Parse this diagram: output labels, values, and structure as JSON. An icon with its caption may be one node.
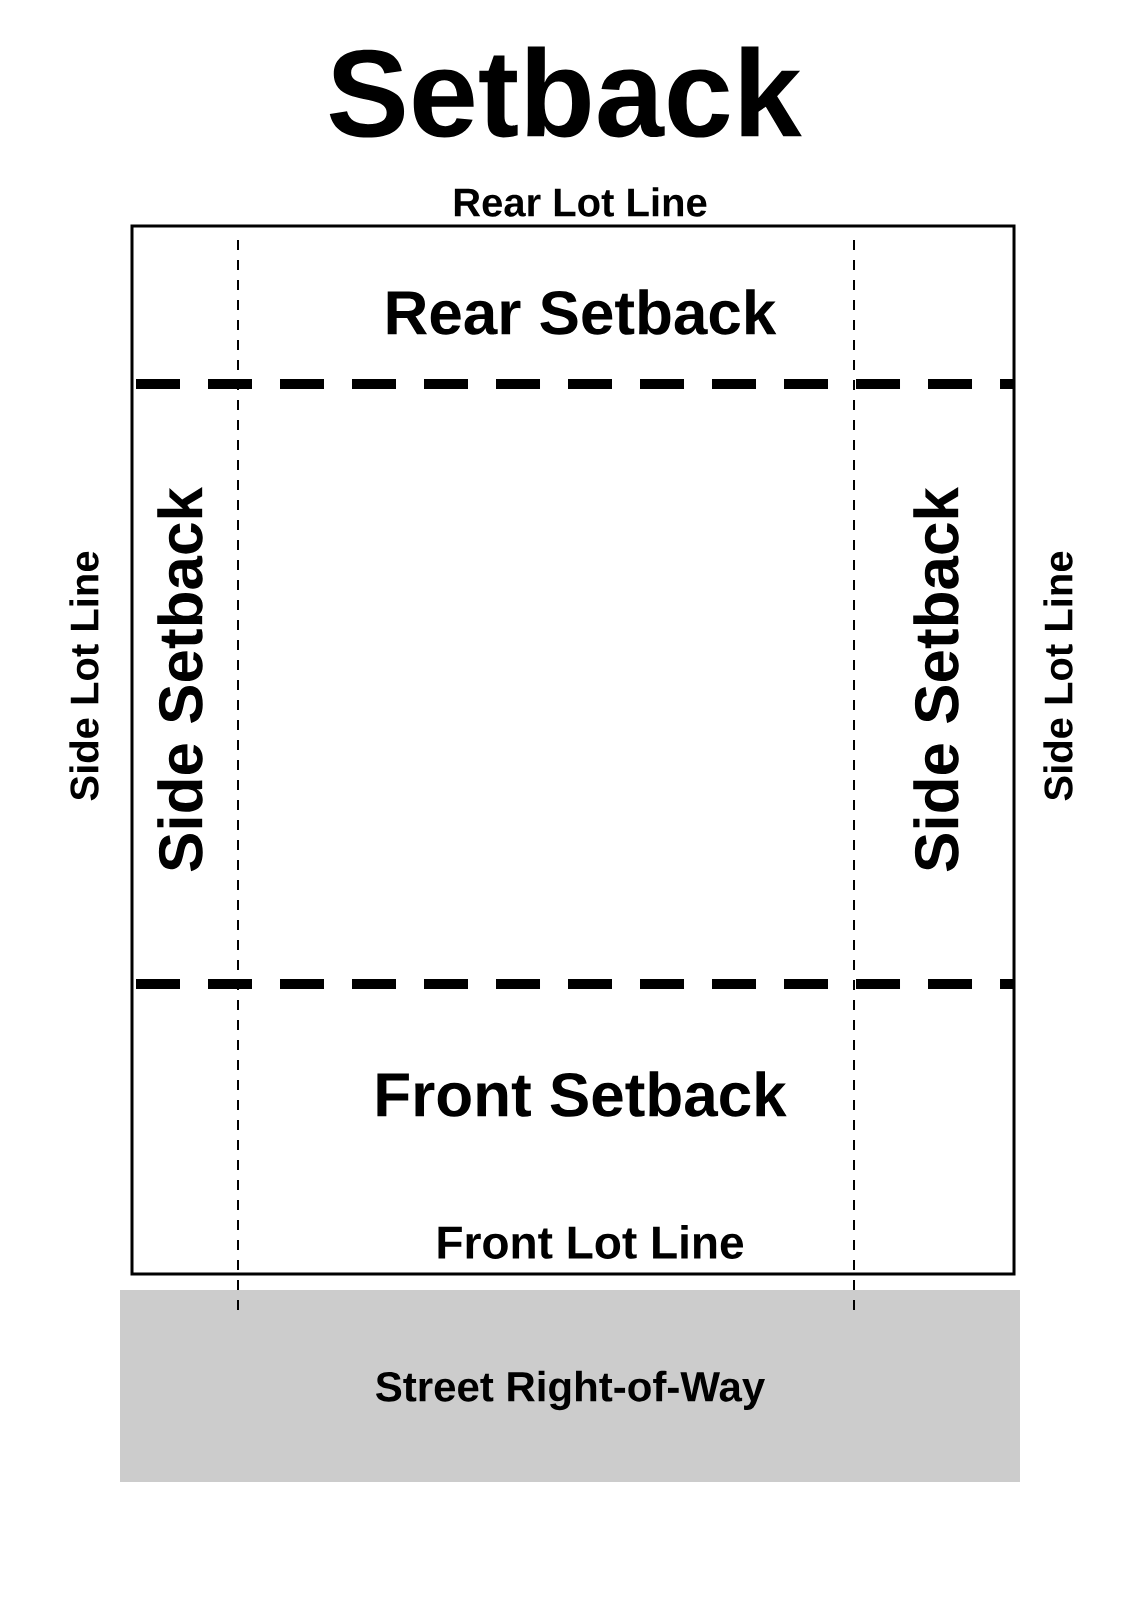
{
  "diagram": {
    "title": "Setback",
    "nodes": [
      {
        "text": [],
        "shape": "box"
      },
      {
        "text": [
          "Street Right-of-Way"
        ]
      }
    ],
    "labels": [
      "Rear Lot Line",
      "Rear Setback",
      "Side Lot Line",
      "Side Setback",
      "Side Setback",
      "Side Lot Line",
      "Front Setback",
      "Front Lot Line"
    ]
  }
}
